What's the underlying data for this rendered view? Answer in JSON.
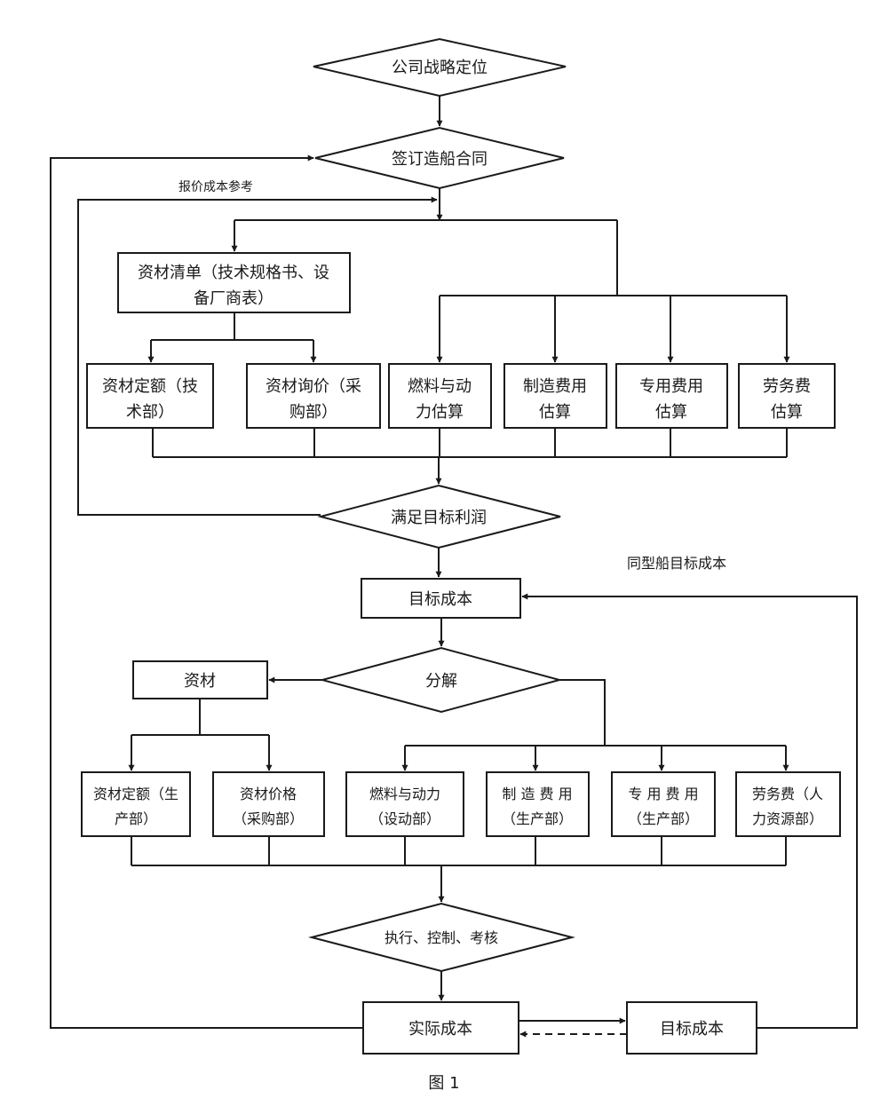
{
  "colors": {
    "stroke": "#1a1a1a",
    "fill": "#ffffff",
    "text": "#1a1a1a"
  },
  "nodes": {
    "strategy": "公司战略定位",
    "contract": "签订造船合同",
    "material_list": [
      "资材清单（技术规格书、设",
      "备厂商表）"
    ],
    "material_quota_tech": [
      "资材定额（技",
      "术部）"
    ],
    "material_inquiry": [
      "资材询价（采",
      "购部）"
    ],
    "fuel_power_est": [
      "燃料与动",
      "力估算"
    ],
    "manufacture_est": [
      "制造费用",
      "估算"
    ],
    "special_est": [
      "专用费用",
      "估算"
    ],
    "labor_est": [
      "劳务费",
      "估算"
    ],
    "profit_check": "满足目标利润",
    "target_cost": "目标成本",
    "decompose": "分解",
    "materials": "资材",
    "material_quota_prod": [
      "资材定额（生",
      "产部）"
    ],
    "material_price": [
      "资材价格",
      "（采购部）"
    ],
    "fuel_power": [
      "燃料与动力",
      "（设动部）"
    ],
    "manufacture_cost": [
      "制 造 费 用",
      "（生产部）"
    ],
    "special_cost": [
      "专 用 费 用",
      "（生产部）"
    ],
    "labor_cost": [
      "劳务费（人",
      "力资源部）"
    ],
    "execute": "执行、控制、考核",
    "actual_cost": "实际成本",
    "target_cost_2": "目标成本"
  },
  "edge_labels": {
    "quote_reference": "报价成本参考",
    "same_type_target": "同型船目标成本"
  },
  "caption": "图 1"
}
